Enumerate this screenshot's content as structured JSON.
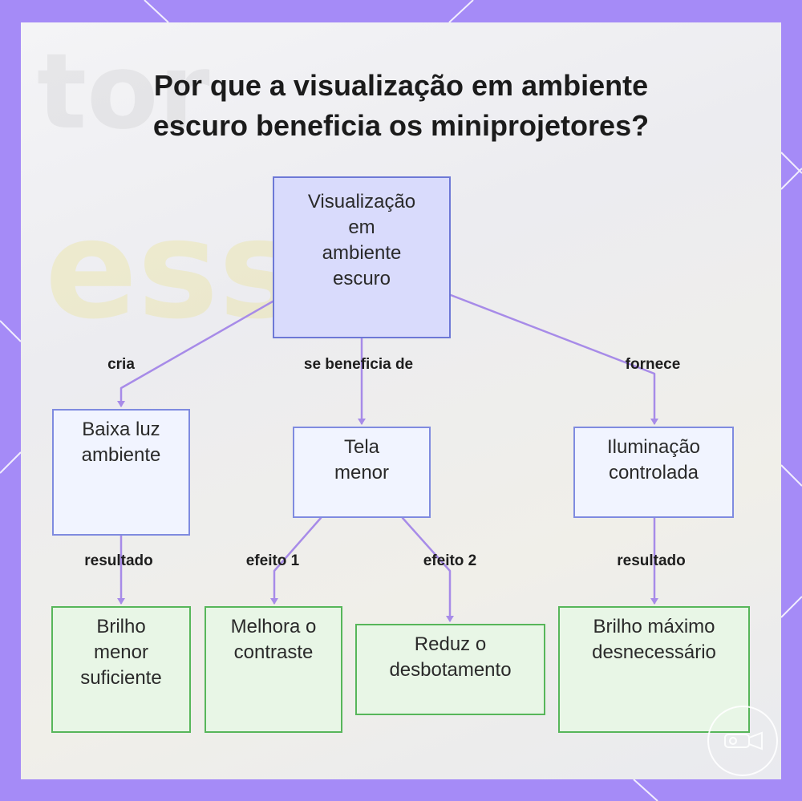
{
  "title": {
    "line1": "Por que a visualização em ambiente",
    "line2": "escuro beneficia os miniprojetores?"
  },
  "nodes": {
    "root": {
      "lines": [
        "Visualização",
        "em",
        "ambiente",
        "escuro"
      ]
    },
    "baixa": {
      "lines": [
        "Baixa luz",
        "ambiente"
      ]
    },
    "tela": {
      "lines": [
        "Tela",
        "menor"
      ]
    },
    "ilum": {
      "lines": [
        "Iluminação",
        "controlada"
      ]
    },
    "brilho_menor": {
      "lines": [
        "Brilho",
        "menor",
        "suficiente"
      ]
    },
    "contraste": {
      "lines": [
        "Melhora o",
        "contraste"
      ]
    },
    "desbotamento": {
      "lines": [
        "Reduz o",
        "desbotamento"
      ]
    },
    "brilho_maximo": {
      "lines": [
        "Brilho máximo",
        "desnecessário"
      ]
    }
  },
  "edges": {
    "cria": "cria",
    "beneficia": "se beneficia de",
    "fornece": "fornece",
    "resultado_left": "resultado",
    "efeito1": "efeito 1",
    "efeito2": "efeito 2",
    "resultado_right": "resultado"
  },
  "colors": {
    "frame": "#a58bf7",
    "connector": "#a78be8",
    "root_fill": "#d9dbfc",
    "mid_border": "#7f8be0",
    "leaf_fill": "#e8f6e6",
    "leaf_border": "#57b65a"
  }
}
